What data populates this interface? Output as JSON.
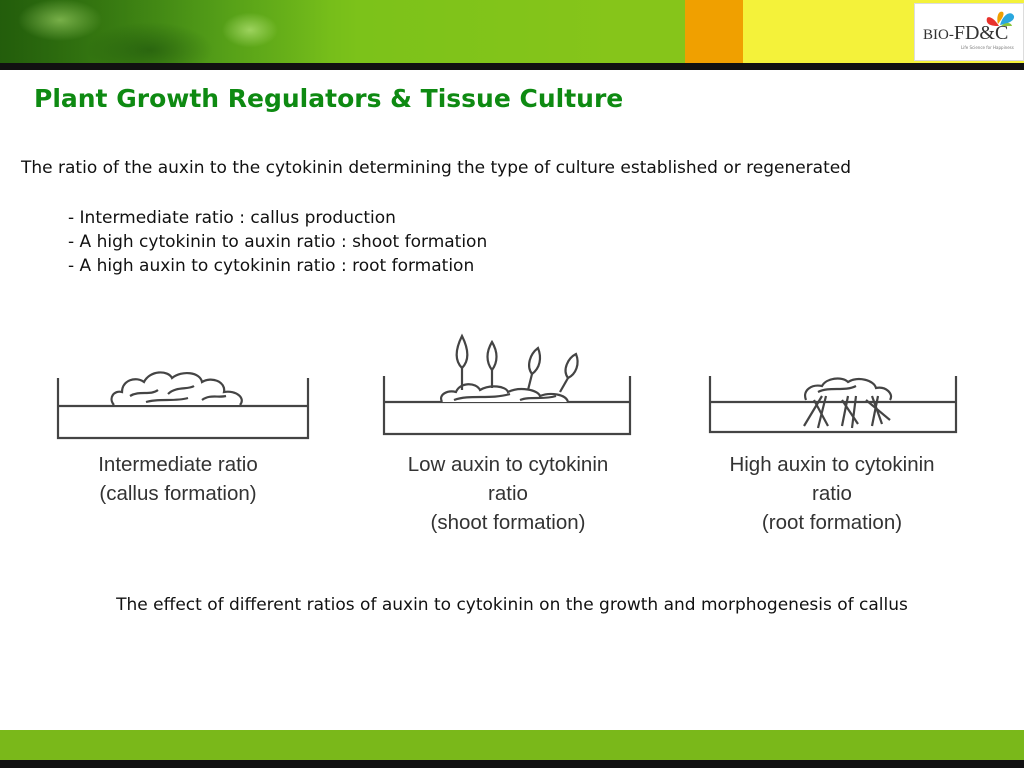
{
  "logo": {
    "text_small": "BIO",
    "text_sep": "-",
    "text_big": "FD&C",
    "tagline": "Life Science for Happiness"
  },
  "title": "Plant Growth Regulators & Tissue Culture",
  "intro": "The ratio of the auxin to the cytokinin determining the type of culture established or regenerated",
  "bullets": [
    "- Intermediate ratio : callus production",
    "- A high cytokinin to auxin ratio : shoot formation",
    "- A high auxin to cytokinin ratio : root formation"
  ],
  "figure": {
    "panels": [
      {
        "lines": [
          "Intermediate ratio",
          "(callus formation)"
        ]
      },
      {
        "lines": [
          "Low auxin to cytokinin",
          "ratio",
          "(shoot formation)"
        ]
      },
      {
        "lines": [
          "High auxin to cytokinin",
          "ratio",
          "(root formation)"
        ]
      }
    ]
  },
  "caption": "The effect of different ratios of auxin to cytokinin on the growth and morphogenesis of callus",
  "colors": {
    "title": "#0e8a12",
    "header_green": "#86c51a",
    "header_orange": "#f0a000",
    "header_yellow": "#f4f23a",
    "footer_green": "#7ab81a"
  }
}
